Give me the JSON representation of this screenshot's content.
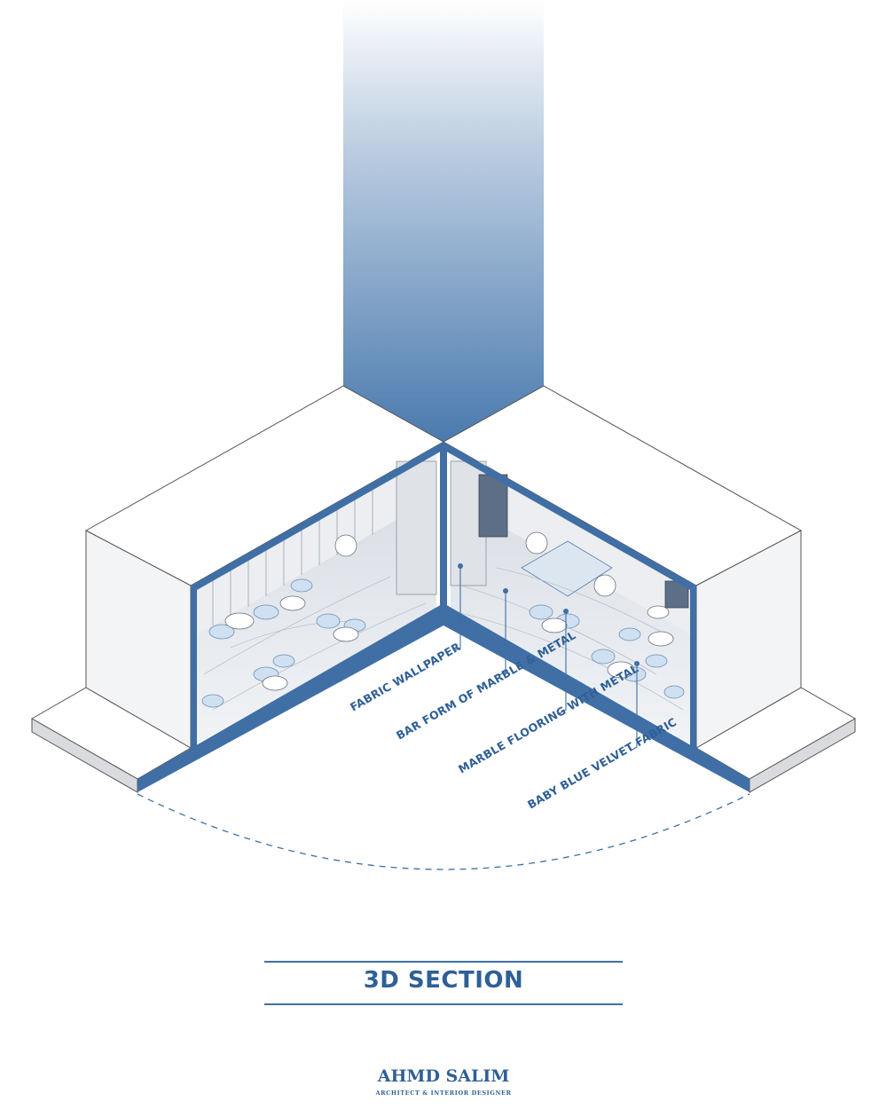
{
  "colors": {
    "accent": "#3f6fa5",
    "text": "#2f5f97",
    "wall": "#ffffff",
    "interior": "#e8eaee",
    "line": "#555555"
  },
  "callouts": [
    {
      "id": "fabric-wallpaper",
      "label": "FABRIC WALLPAPER"
    },
    {
      "id": "bar-form",
      "label": "BAR FORM OF MARBLE & METAL"
    },
    {
      "id": "marble-flooring",
      "label": "MARBLE FLOORING WITH METAL"
    },
    {
      "id": "velvet-fabric",
      "label": "BABY BLUE VELVET FABRIC"
    }
  ],
  "title": "3D SECTION",
  "author": {
    "name": "AHMD SALIM",
    "role": "ARCHITECT & INTERIOR DESIGNER"
  }
}
